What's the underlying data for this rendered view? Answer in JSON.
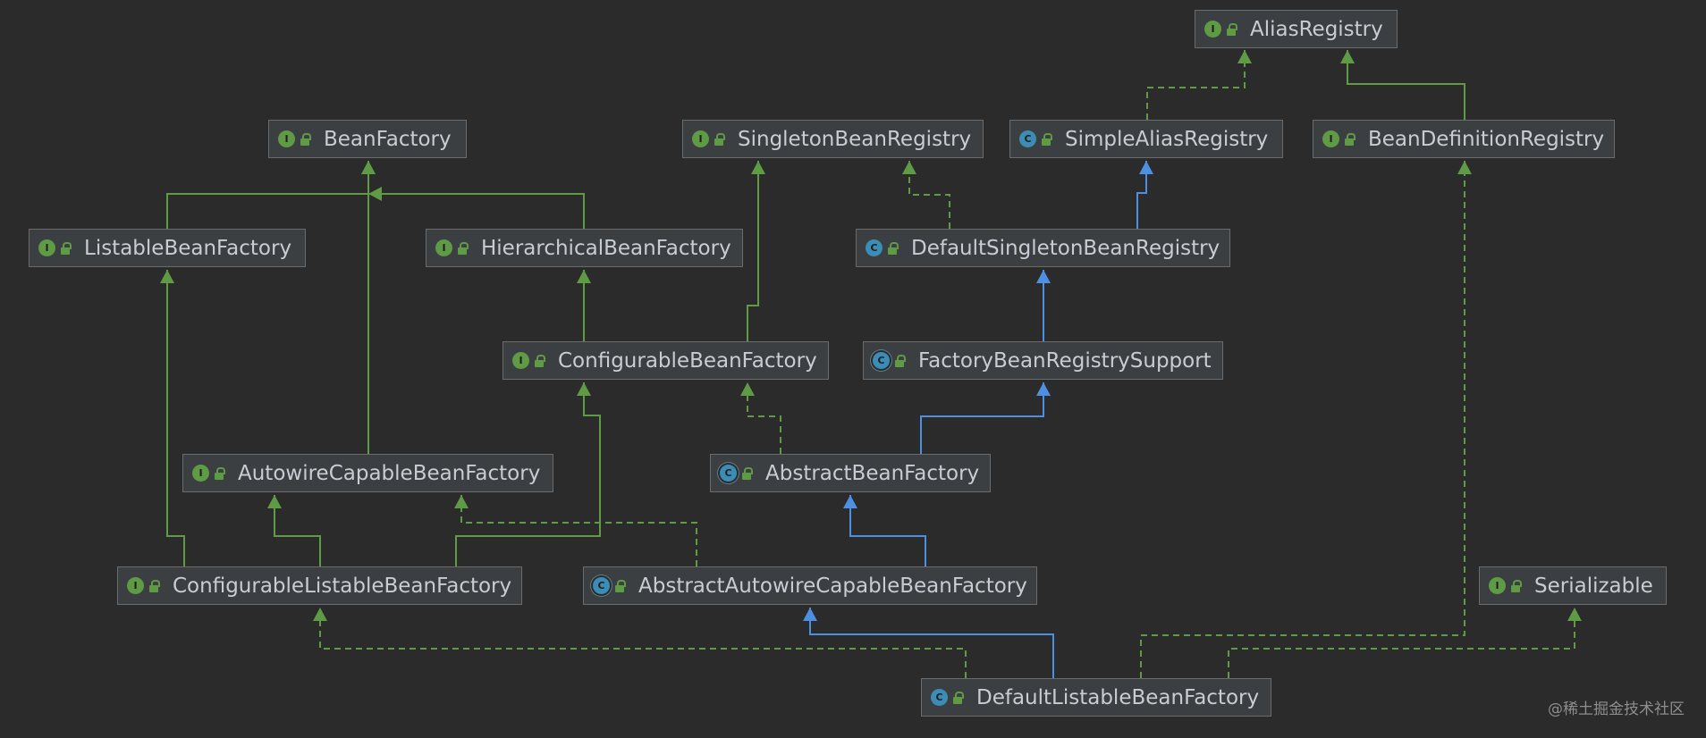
{
  "nodes": [
    {
      "id": "AliasRegistry",
      "label": "AliasRegistry",
      "kind": "interface",
      "badge": "I"
    },
    {
      "id": "BeanFactory",
      "label": "BeanFactory",
      "kind": "interface",
      "badge": "I"
    },
    {
      "id": "SingletonBeanRegistry",
      "label": "SingletonBeanRegistry",
      "kind": "interface",
      "badge": "I"
    },
    {
      "id": "SimpleAliasRegistry",
      "label": "SimpleAliasRegistry",
      "kind": "class",
      "badge": "C"
    },
    {
      "id": "BeanDefinitionRegistry",
      "label": "BeanDefinitionRegistry",
      "kind": "interface",
      "badge": "I"
    },
    {
      "id": "ListableBeanFactory",
      "label": "ListableBeanFactory",
      "kind": "interface",
      "badge": "I"
    },
    {
      "id": "HierarchicalBeanFactory",
      "label": "HierarchicalBeanFactory",
      "kind": "interface",
      "badge": "I"
    },
    {
      "id": "DefaultSingletonBeanRegistry",
      "label": "DefaultSingletonBeanRegistry",
      "kind": "class",
      "badge": "C"
    },
    {
      "id": "ConfigurableBeanFactory",
      "label": "ConfigurableBeanFactory",
      "kind": "interface",
      "badge": "I"
    },
    {
      "id": "FactoryBeanRegistrySupport",
      "label": "FactoryBeanRegistrySupport",
      "kind": "abstract",
      "badge": "C"
    },
    {
      "id": "AutowireCapableBeanFactory",
      "label": "AutowireCapableBeanFactory",
      "kind": "interface",
      "badge": "I"
    },
    {
      "id": "AbstractBeanFactory",
      "label": "AbstractBeanFactory",
      "kind": "abstract",
      "badge": "C"
    },
    {
      "id": "ConfigurableListableBeanFactory",
      "label": "ConfigurableListableBeanFactory",
      "kind": "interface",
      "badge": "I"
    },
    {
      "id": "AbstractAutowireCapableBeanFactory",
      "label": "AbstractAutowireCapableBeanFactory",
      "kind": "abstract",
      "badge": "C"
    },
    {
      "id": "Serializable",
      "label": "Serializable",
      "kind": "interface",
      "badge": "I"
    },
    {
      "id": "DefaultListableBeanFactory",
      "label": "DefaultListableBeanFactory",
      "kind": "class",
      "badge": "C"
    }
  ],
  "edges": [
    {
      "from": "SimpleAliasRegistry",
      "to": "AliasRegistry",
      "type": "implements"
    },
    {
      "from": "BeanDefinitionRegistry",
      "to": "AliasRegistry",
      "type": "extends-interface"
    },
    {
      "from": "DefaultSingletonBeanRegistry",
      "to": "SingletonBeanRegistry",
      "type": "implements"
    },
    {
      "from": "DefaultSingletonBeanRegistry",
      "to": "SimpleAliasRegistry",
      "type": "extends-class"
    },
    {
      "from": "ListableBeanFactory",
      "to": "BeanFactory",
      "type": "extends-interface"
    },
    {
      "from": "HierarchicalBeanFactory",
      "to": "BeanFactory",
      "type": "extends-interface"
    },
    {
      "from": "ConfigurableBeanFactory",
      "to": "HierarchicalBeanFactory",
      "type": "extends-interface"
    },
    {
      "from": "ConfigurableBeanFactory",
      "to": "SingletonBeanRegistry",
      "type": "extends-interface"
    },
    {
      "from": "FactoryBeanRegistrySupport",
      "to": "DefaultSingletonBeanRegistry",
      "type": "extends-class"
    },
    {
      "from": "AutowireCapableBeanFactory",
      "to": "BeanFactory",
      "type": "extends-interface"
    },
    {
      "from": "AbstractBeanFactory",
      "to": "ConfigurableBeanFactory",
      "type": "implements"
    },
    {
      "from": "AbstractBeanFactory",
      "to": "FactoryBeanRegistrySupport",
      "type": "extends-class"
    },
    {
      "from": "ConfigurableListableBeanFactory",
      "to": "ListableBeanFactory",
      "type": "extends-interface"
    },
    {
      "from": "ConfigurableListableBeanFactory",
      "to": "AutowireCapableBeanFactory",
      "type": "extends-interface"
    },
    {
      "from": "ConfigurableListableBeanFactory",
      "to": "ConfigurableBeanFactory",
      "type": "extends-interface"
    },
    {
      "from": "AbstractAutowireCapableBeanFactory",
      "to": "AbstractBeanFactory",
      "type": "extends-class"
    },
    {
      "from": "AbstractAutowireCapableBeanFactory",
      "to": "AutowireCapableBeanFactory",
      "type": "implements"
    },
    {
      "from": "DefaultListableBeanFactory",
      "to": "AbstractAutowireCapableBeanFactory",
      "type": "extends-class"
    },
    {
      "from": "DefaultListableBeanFactory",
      "to": "ConfigurableListableBeanFactory",
      "type": "implements"
    },
    {
      "from": "DefaultListableBeanFactory",
      "to": "BeanDefinitionRegistry",
      "type": "implements"
    },
    {
      "from": "DefaultListableBeanFactory",
      "to": "Serializable",
      "type": "implements"
    }
  ],
  "colors": {
    "background": "#2b2b2b",
    "node_fill": "#3c3f41",
    "node_border": "#6b6b6b",
    "text": "#c7cdd3",
    "interface_badge": "#5f9a45",
    "class_badge": "#3c8db5",
    "interface_edge": "#5f9a45",
    "class_edge": "#4d8fe0"
  },
  "watermark": "@稀土掘金技术社区"
}
